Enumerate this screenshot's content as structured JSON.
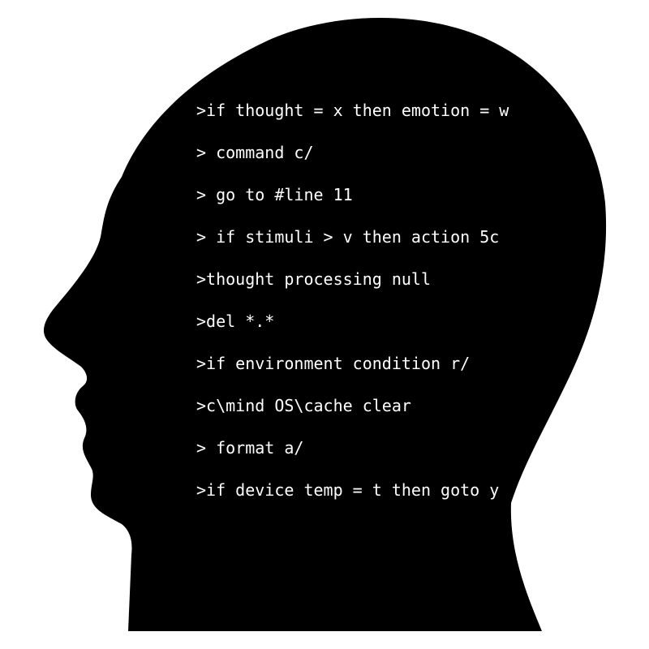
{
  "colors": {
    "background": "#ffffff",
    "silhouette": "#000000",
    "text": "#ffffff"
  },
  "code_lines": [
    ">if thought = x then emotion = w",
    "> command c/",
    "> go to #line 11",
    "> if stimuli > v then action 5c",
    ">thought processing null",
    ">del *.*",
    ">if environment condition r/",
    ">c\\mind OS\\cache clear",
    "> format a/",
    ">if device temp = t then goto y"
  ]
}
